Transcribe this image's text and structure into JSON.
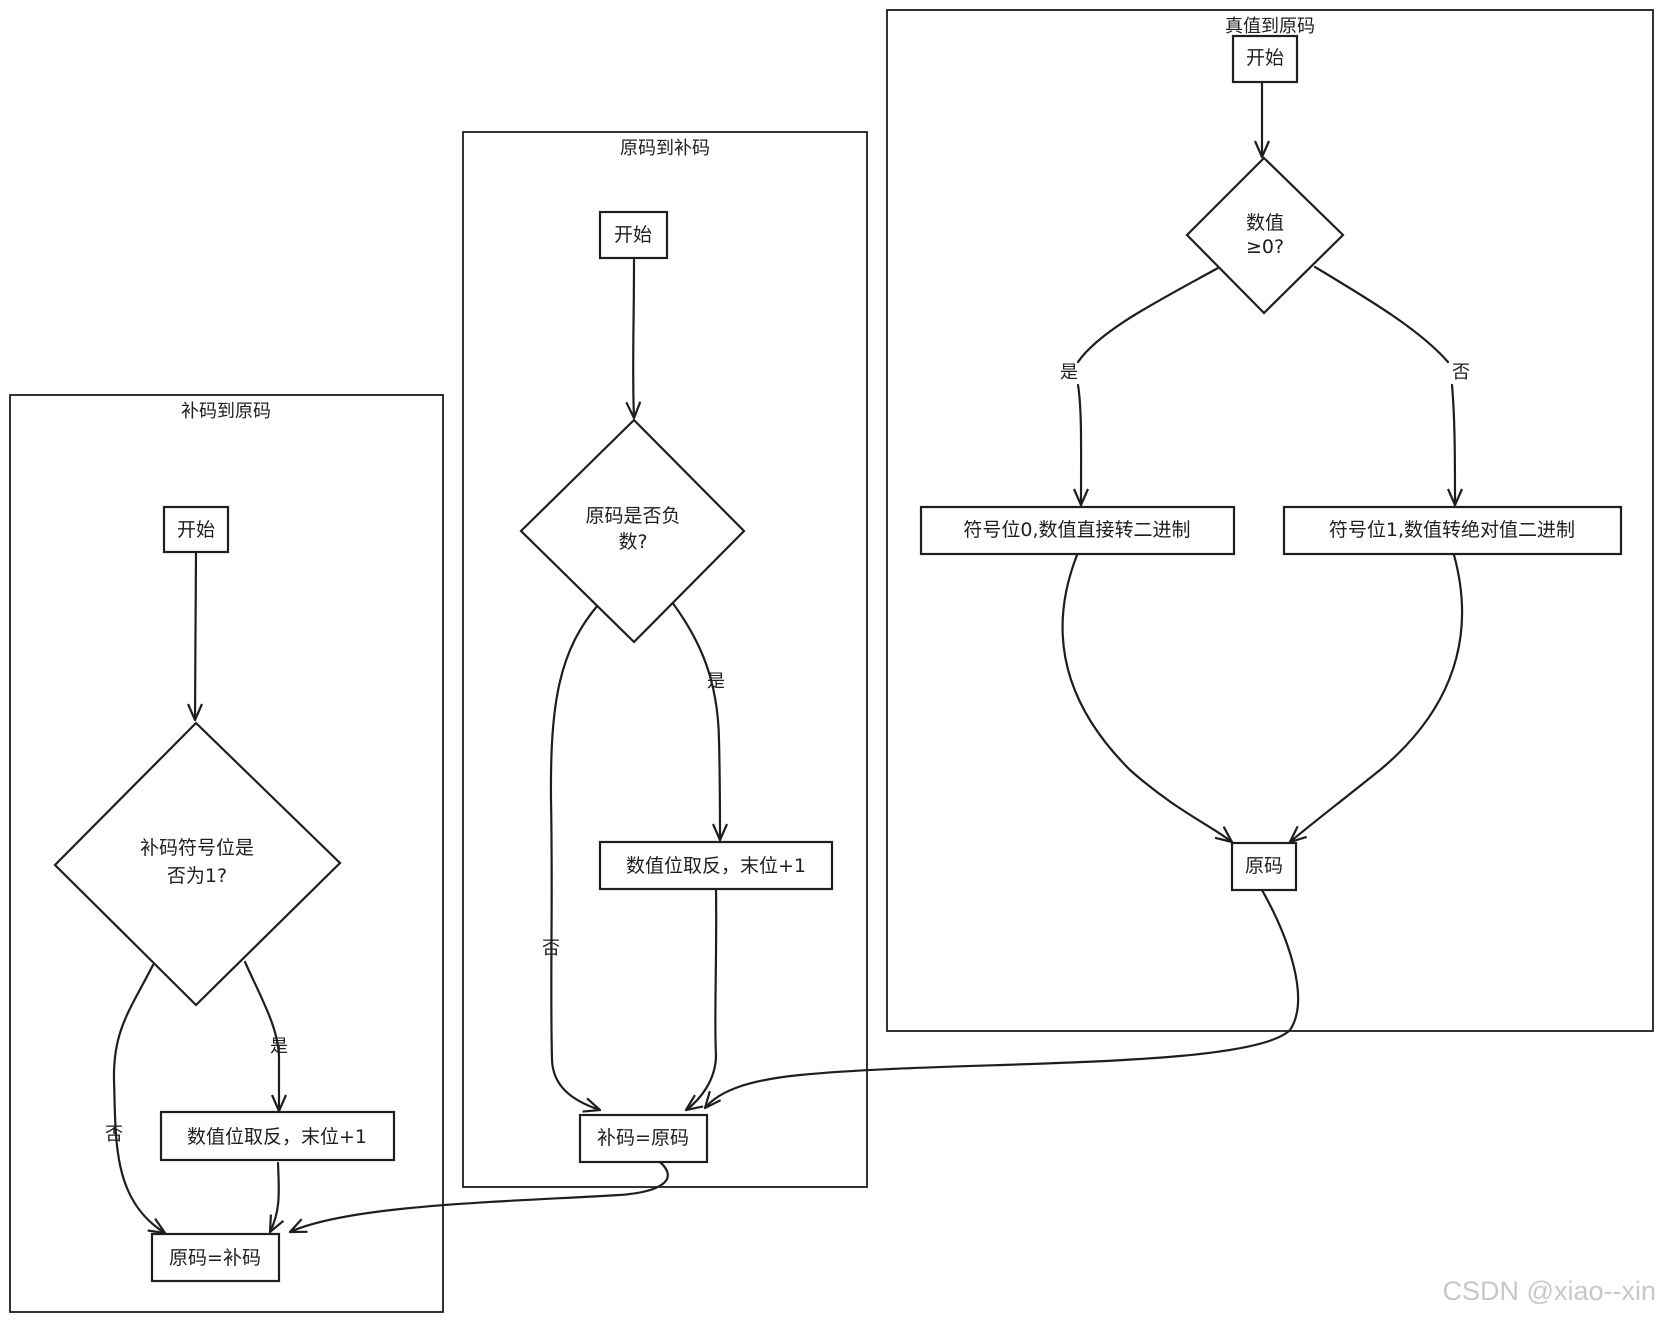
{
  "frames": {
    "complement_to_original": "补码到原码",
    "original_to_complement": "原码到补码",
    "true_to_original": "真值到原码"
  },
  "complement_to_original": {
    "start": "开始",
    "decision_line1": "补码符号位是",
    "decision_line2": "否为1?",
    "yes": "是",
    "no": "否",
    "process": "数值位取反，末位+1",
    "result": "原码=补码"
  },
  "original_to_complement": {
    "start": "开始",
    "decision_line1": "原码是否负",
    "decision_line2": "数?",
    "yes": "是",
    "no": "否",
    "process": "数值位取反，末位+1",
    "result": "补码=原码"
  },
  "true_to_original": {
    "start": "开始",
    "decision_line1": "数值",
    "decision_line2": "≥0?",
    "yes": "是",
    "no": "否",
    "process_yes": "符号位0,数值直接转二进制",
    "process_no": "符号位1,数值转绝对值二进制",
    "result": "原码"
  },
  "watermark": "CSDN @xiao--xin"
}
